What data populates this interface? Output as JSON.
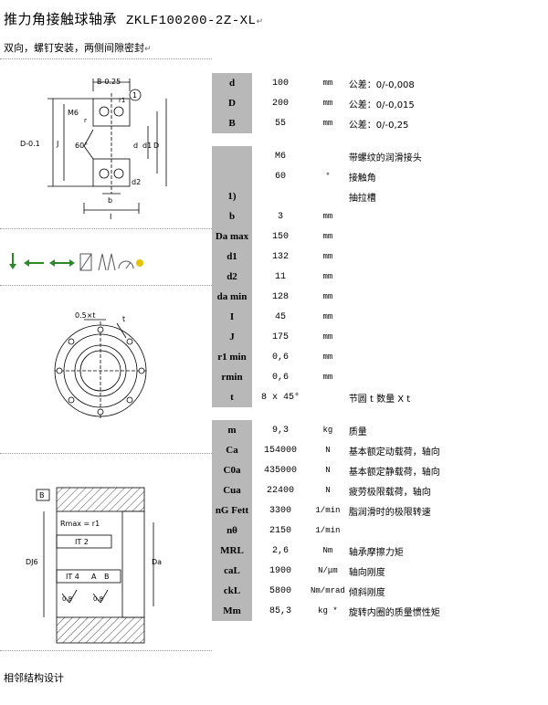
{
  "title": {
    "cn": "推力角接触球轴承",
    "code": "ZKLF100200-2Z-XL"
  },
  "subtitle": "双向，螺钉安装，两侧间隙密封",
  "figure1_labels": {
    "b_tol": "B-0.25",
    "one": "1",
    "m6": "M6",
    "r1": "r1",
    "r": "r",
    "d_tol": "D-0.1",
    "j": "J",
    "angle": "60°",
    "d": "d",
    "d1": "d1",
    "D": "D",
    "d2": "d2",
    "b": "b",
    "I": "I"
  },
  "figure3_labels": {
    "hole": "0.5×t",
    "t": "t"
  },
  "figure4_labels": {
    "B": "B",
    "rmax": "Rmax = r1",
    "it2": "IT 2",
    "it4": "IT 4",
    "a": "A",
    "b": "B",
    "dj6": "DJ6",
    "da": "Da",
    "v1": "0.8",
    "v2": "0.8"
  },
  "rows": [
    {
      "label": "d",
      "value": "100",
      "unit": "mm",
      "desc": "公差：0/-0,008"
    },
    {
      "label": "D",
      "value": "200",
      "unit": "mm",
      "desc": "公差：0/-0,015"
    },
    {
      "label": "B",
      "value": "55",
      "unit": "mm",
      "desc": "公差：0/-0,25"
    },
    {
      "gap": true
    },
    {
      "label": "",
      "value": "M6",
      "unit": "",
      "desc": "带螺纹的润滑接头"
    },
    {
      "label": "",
      "value": "60",
      "unit": "°",
      "desc": "接触角"
    },
    {
      "label": "1)",
      "value": "",
      "unit": "",
      "desc": "抽拉槽"
    },
    {
      "label": "b",
      "value": "3",
      "unit": "mm",
      "desc": ""
    },
    {
      "label": "Da max",
      "value": "150",
      "unit": "mm",
      "desc": ""
    },
    {
      "label": "d1",
      "value": "132",
      "unit": "mm",
      "desc": ""
    },
    {
      "label": "d2",
      "value": "11",
      "unit": "mm",
      "desc": ""
    },
    {
      "label": "da min",
      "value": "128",
      "unit": "mm",
      "desc": ""
    },
    {
      "label": "I",
      "value": "45",
      "unit": "mm",
      "desc": ""
    },
    {
      "label": "J",
      "value": "175",
      "unit": "mm",
      "desc": ""
    },
    {
      "label": "r1 min",
      "value": "0,6",
      "unit": "mm",
      "desc": ""
    },
    {
      "label": "rmin",
      "value": "0,6",
      "unit": "mm",
      "desc": ""
    },
    {
      "label": "t",
      "value": "8 x 45°",
      "unit": "",
      "desc": "节圆 t 数量 X t"
    },
    {
      "gap": true
    },
    {
      "label": "m",
      "value": "9,3",
      "unit": "kg",
      "desc": "质量"
    },
    {
      "label": "Ca",
      "value": "154000",
      "unit": "N",
      "desc": "基本额定动载荷，轴向"
    },
    {
      "label": "C0a",
      "value": "435000",
      "unit": "N",
      "desc": "基本额定静载荷，轴向"
    },
    {
      "label": "Cua",
      "value": "22400",
      "unit": "N",
      "desc": "疲劳极限载荷，轴向"
    },
    {
      "label": "nG Fett",
      "value": "3300",
      "unit": "1/min",
      "desc": "脂润滑时的极限转速"
    },
    {
      "label": "nθ",
      "value": "2150",
      "unit": "1/min",
      "desc": ""
    },
    {
      "label": "MRL",
      "value": "2,6",
      "unit": "Nm",
      "desc": "轴承摩擦力矩"
    },
    {
      "label": "caL",
      "value": "1900",
      "unit": "N/μm",
      "desc": "轴向刚度"
    },
    {
      "label": "ckL",
      "value": "5800",
      "unit": "Nm/mrad",
      "desc": "倾斜刚度"
    },
    {
      "label": "Mm",
      "value": "85,3",
      "unit": "kg *",
      "desc": "旋转内圈的质量惯性矩"
    }
  ],
  "footer": "相邻结构设计"
}
